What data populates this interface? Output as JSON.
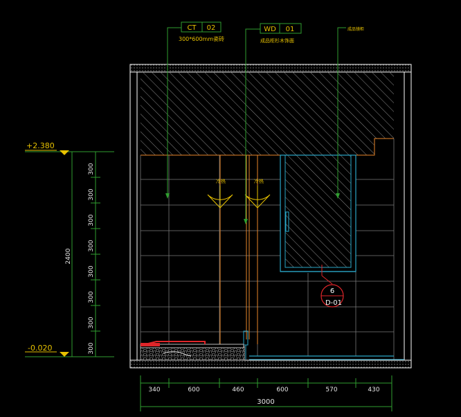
{
  "tags": [
    {
      "code": "CT",
      "num": "02",
      "desc": "300*600mm瓷砖"
    },
    {
      "code": "WD",
      "num": "01",
      "desc": "成品柜杉木饰面"
    },
    {
      "desc": "成品镜柜"
    }
  ],
  "fixtures": {
    "left_swing": "冷热",
    "right_swing": "冷热"
  },
  "levels": {
    "top": "+2.380",
    "bottom": "-0.020"
  },
  "vertical_dims": {
    "total": "2400",
    "segments": [
      "300",
      "300",
      "300",
      "300",
      "300",
      "300",
      "300",
      "300"
    ]
  },
  "horizontal_dims": {
    "total": "3000",
    "segments": [
      "340",
      "600",
      "460",
      "600",
      "570",
      "430"
    ]
  },
  "detail_callout": {
    "number": "6",
    "sheet": "D-01"
  },
  "colors": {
    "wall": "#ffffff",
    "grid": "#7a7a7a",
    "dim": "#2f9e2f",
    "dim_text": "#e6e6e6",
    "tag": "#e8c200",
    "pipe": "#e8862a",
    "cabinet": "#2aa7c8",
    "callout": "#e0262a"
  }
}
